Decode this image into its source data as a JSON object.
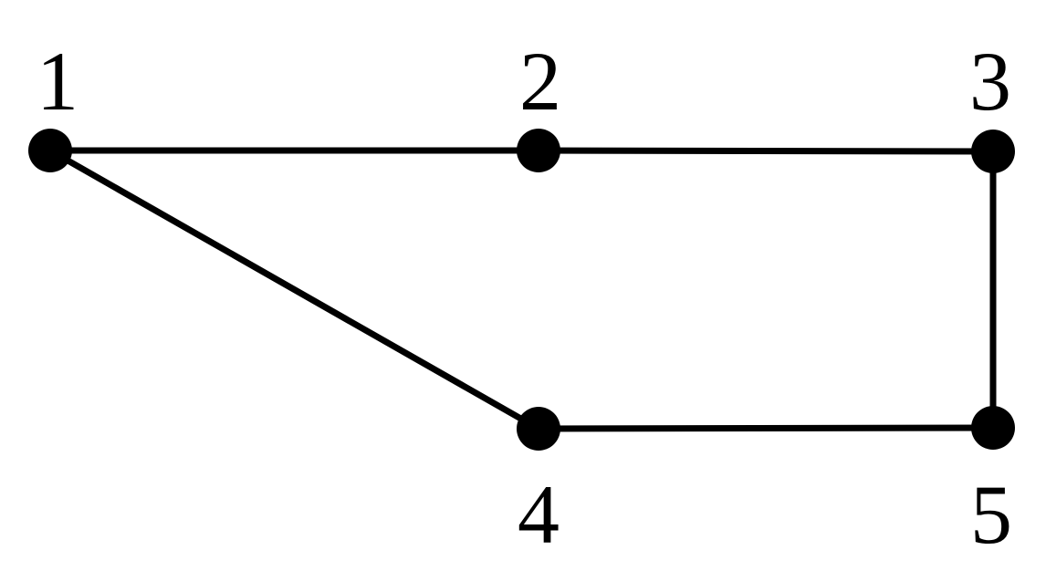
{
  "graph": {
    "nodes": [
      {
        "id": "1",
        "label": "1"
      },
      {
        "id": "2",
        "label": "2"
      },
      {
        "id": "3",
        "label": "3"
      },
      {
        "id": "4",
        "label": "4"
      },
      {
        "id": "5",
        "label": "5"
      }
    ],
    "edges": [
      {
        "from": "1",
        "to": "2"
      },
      {
        "from": "2",
        "to": "3"
      },
      {
        "from": "3",
        "to": "5"
      },
      {
        "from": "5",
        "to": "4"
      },
      {
        "from": "4",
        "to": "1"
      }
    ],
    "colors": {
      "stroke": "#000000",
      "background": "#ffffff"
    }
  }
}
